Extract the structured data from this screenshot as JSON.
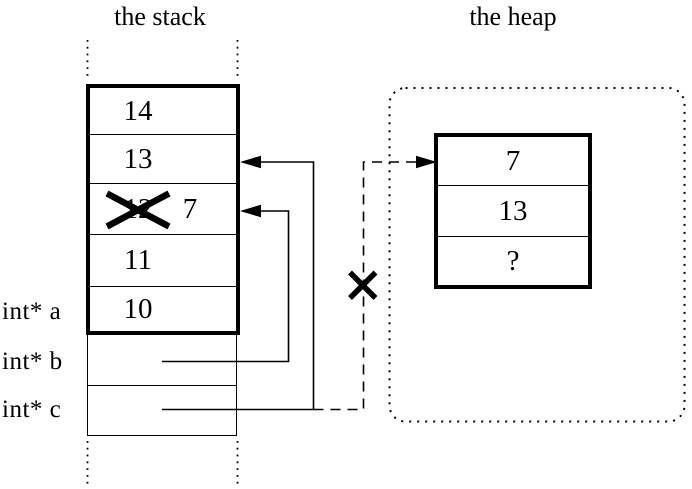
{
  "titles": {
    "stack": "the stack",
    "heap": "the heap"
  },
  "stack": {
    "cells": [
      {
        "value": "14"
      },
      {
        "value": "13"
      },
      {
        "old_value": "12",
        "new_value": "7",
        "crossed_out": true
      },
      {
        "value": "11"
      },
      {
        "value": "10"
      }
    ],
    "pointer_variables": [
      {
        "label": "int* a"
      },
      {
        "label": "int* b"
      },
      {
        "label": "int* c"
      }
    ]
  },
  "heap": {
    "cells": [
      {
        "value": "7"
      },
      {
        "value": "13"
      },
      {
        "value": "?"
      }
    ]
  },
  "pointers": [
    {
      "from": "int* b",
      "to": "stack cell containing 7 (old 12)",
      "style": "solid",
      "crossed_out": false
    },
    {
      "from": "int* c",
      "to": "stack cell containing 13",
      "style": "solid",
      "crossed_out": false
    },
    {
      "from": "int* c",
      "to": "heap cell containing 7",
      "style": "dashed",
      "crossed_out": true
    }
  ],
  "colors": {
    "ink": "#000000",
    "background": "#ffffff"
  }
}
